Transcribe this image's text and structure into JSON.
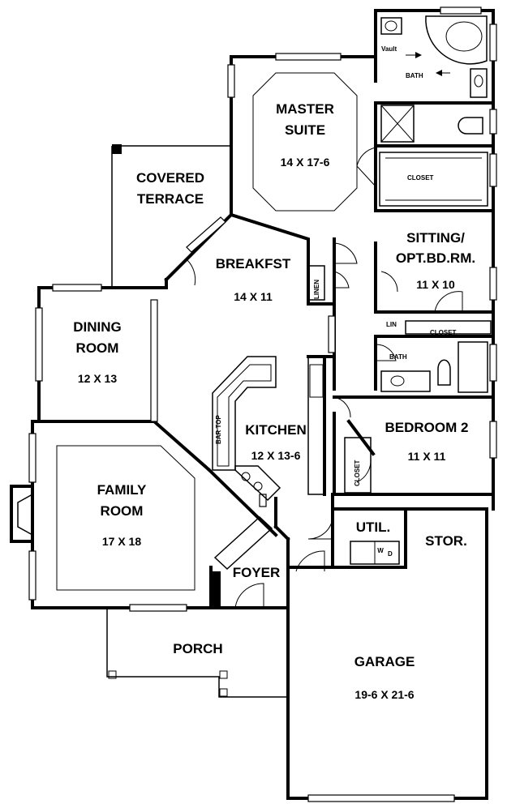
{
  "rooms": {
    "master_suite": {
      "name_line1": "MASTER",
      "name_line2": "SUITE",
      "size": "14 X 17-6"
    },
    "covered_terrace": {
      "name_line1": "COVERED",
      "name_line2": "TERRACE"
    },
    "breakfast": {
      "name": "BREAKFST",
      "size": "14 X 11"
    },
    "sitting": {
      "name_line1": "SITTING/",
      "name_line2": "OPT.BD.RM.",
      "size": "11 X 10"
    },
    "dining_room": {
      "name_line1": "DINING",
      "name_line2": "ROOM",
      "size": "12 X 13"
    },
    "kitchen": {
      "name": "KITCHEN",
      "size": "12 X 13-6"
    },
    "bedroom2": {
      "name": "BEDROOM 2",
      "size": "11 X 11"
    },
    "family_room": {
      "name_line1": "FAMILY",
      "name_line2": "ROOM",
      "size": "17 X 18"
    },
    "foyer": {
      "name": "FOYER"
    },
    "util": {
      "name": "UTIL."
    },
    "stor": {
      "name": "STOR."
    },
    "porch": {
      "name": "PORCH"
    },
    "garage": {
      "name": "GARAGE",
      "size": "19-6 X 21-6"
    }
  },
  "small_labels": {
    "vault": "Vault",
    "master_bath": "BATH",
    "master_closet": "CLOSET",
    "linen": "LINEN",
    "lin": "LIN",
    "hall_closet": "CLOSET",
    "bath2": "BATH",
    "bedroom_closet": "CLOSET",
    "bar_top": "BAR TOP",
    "washer": "W",
    "dryer": "D"
  }
}
